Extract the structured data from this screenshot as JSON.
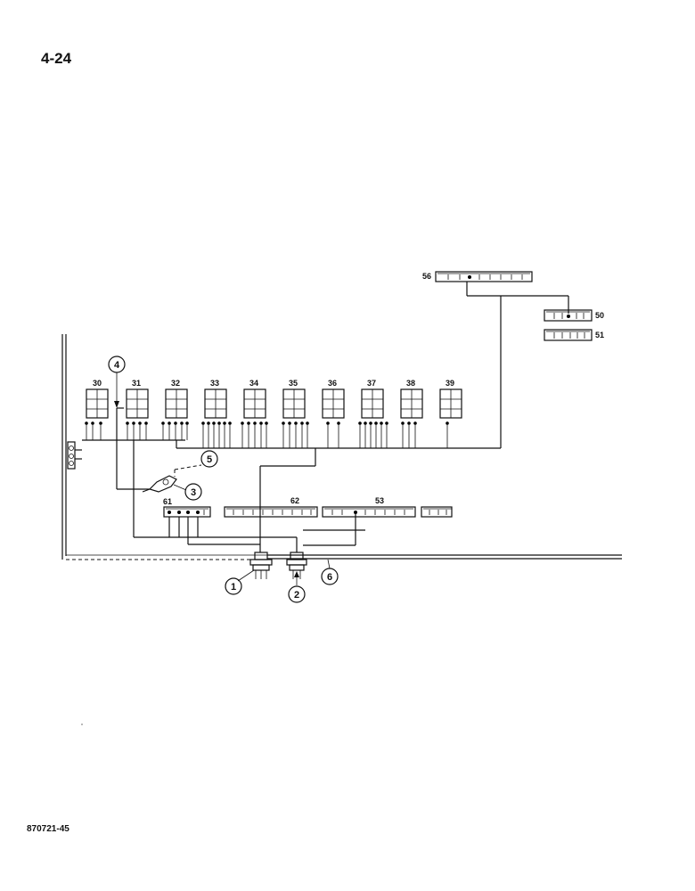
{
  "page_number": "4-24",
  "figure_code": "870721-45",
  "diagram": {
    "relay_modules": [
      {
        "id": "30",
        "label": "30"
      },
      {
        "id": "31",
        "label": "31"
      },
      {
        "id": "32",
        "label": "32"
      },
      {
        "id": "33",
        "label": "33"
      },
      {
        "id": "34",
        "label": "34"
      },
      {
        "id": "35",
        "label": "35"
      },
      {
        "id": "36",
        "label": "36"
      },
      {
        "id": "37",
        "label": "37"
      },
      {
        "id": "38",
        "label": "38"
      },
      {
        "id": "39",
        "label": "39"
      }
    ],
    "connector_strips": [
      {
        "id": "56",
        "label": "56"
      },
      {
        "id": "50",
        "label": "50"
      },
      {
        "id": "51",
        "label": "51"
      },
      {
        "id": "61",
        "label": "61"
      },
      {
        "id": "62",
        "label": "62"
      },
      {
        "id": "53",
        "label": "53"
      }
    ],
    "callouts": [
      {
        "id": "1",
        "label": "1"
      },
      {
        "id": "2",
        "label": "2"
      },
      {
        "id": "3",
        "label": "3"
      },
      {
        "id": "4",
        "label": "4"
      },
      {
        "id": "5",
        "label": "5"
      },
      {
        "id": "6",
        "label": "6"
      }
    ]
  }
}
